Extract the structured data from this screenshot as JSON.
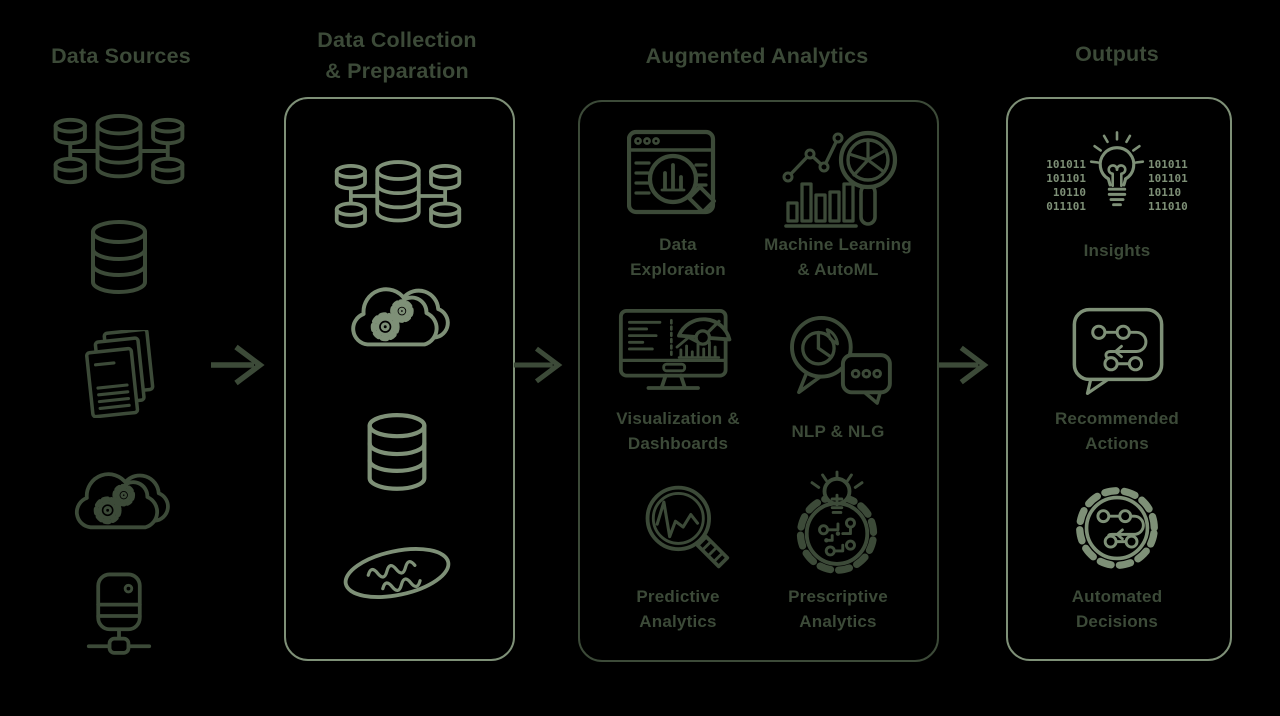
{
  "colors": {
    "background": "#000000",
    "dark_green": "#3c4a38",
    "sage_green": "#7e9077"
  },
  "headers": {
    "data_sources": "Data Sources",
    "collection": [
      "Data Collection",
      "& Preparation"
    ],
    "analytics": "Augmented Analytics",
    "outputs": "Outputs"
  },
  "data_sources": {
    "icons": [
      "database-cluster-icon",
      "database-icon",
      "documents-icon",
      "cloud-processing-icon",
      "server-icon"
    ]
  },
  "collection": {
    "icons": [
      "database-cluster-icon",
      "cloud-processing-icon",
      "database-icon",
      "data-lake-icon"
    ]
  },
  "analytics": {
    "items": [
      {
        "icon": "data-exploration-icon",
        "lines": [
          "Data",
          "Exploration"
        ]
      },
      {
        "icon": "machine-learning-automl-icon",
        "lines": [
          "Machine Learning",
          "& AutoML"
        ]
      },
      {
        "icon": "visualization-dashboards-icon",
        "lines": [
          "Visualization &",
          "Dashboards"
        ]
      },
      {
        "icon": "nlp-nlg-icon",
        "lines": [
          "NLP & NLG"
        ]
      },
      {
        "icon": "predictive-analytics-icon",
        "lines": [
          "Predictive",
          "Analytics"
        ]
      },
      {
        "icon": "prescriptive-analytics-icon",
        "lines": [
          "Prescriptive",
          "Analytics"
        ]
      }
    ]
  },
  "outputs": {
    "items": [
      {
        "icon": "insights-icon",
        "lines": [
          "Insights"
        ]
      },
      {
        "icon": "recommended-actions-icon",
        "lines": [
          "Recommended",
          "Actions"
        ]
      },
      {
        "icon": "automated-decisions-icon",
        "lines": [
          "Automated",
          "Decisions"
        ]
      }
    ],
    "insights_binary_left": [
      "101011",
      "101101",
      "10110",
      "011101"
    ],
    "insights_binary_right": [
      "101011",
      "101101",
      "10110",
      "111010"
    ]
  },
  "flow": {
    "arrows": [
      "arrow-right-icon",
      "arrow-right-icon",
      "arrow-right-icon"
    ]
  }
}
